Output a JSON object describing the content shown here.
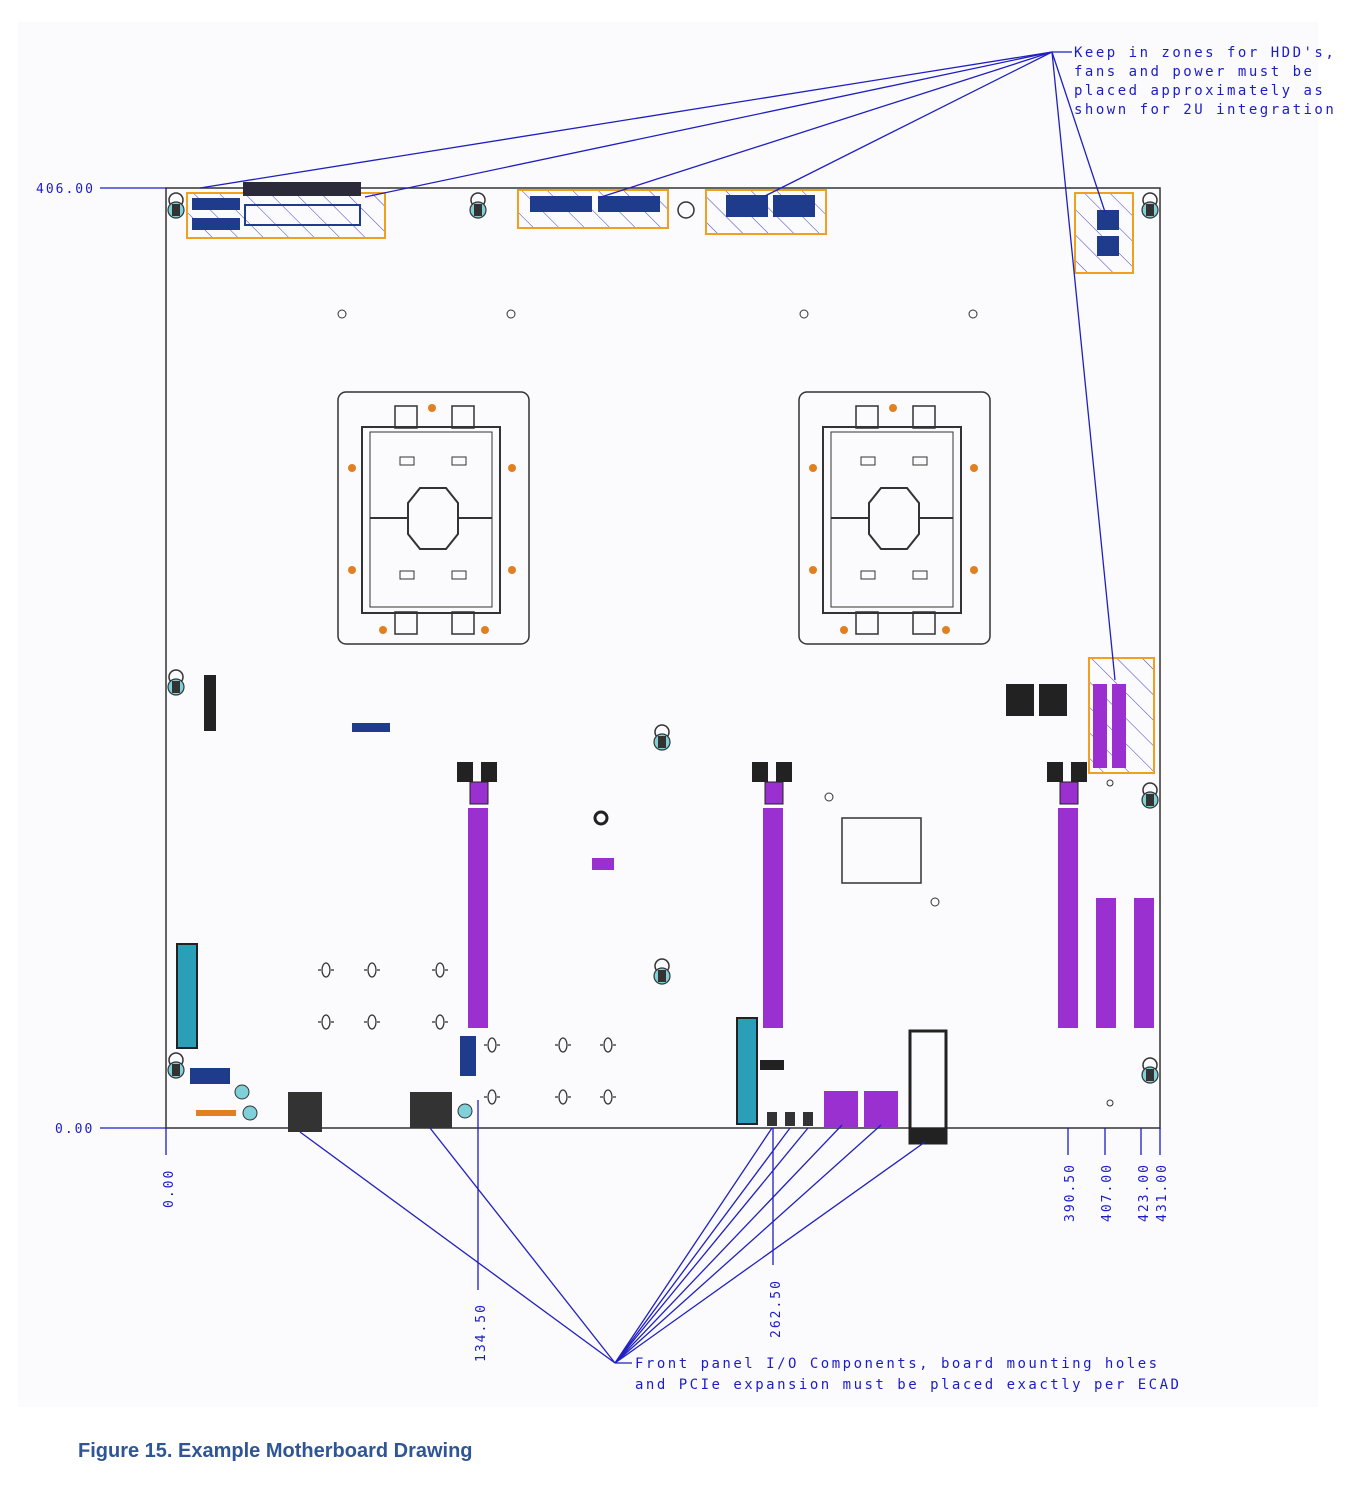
{
  "note_top": [
    "Keep in zones for HDD's,",
    "fans and power must be",
    "placed approximately as",
    "shown for 2U integration"
  ],
  "note_bottom": [
    "Front panel I/O Components, board mounting holes",
    "and PCIe expansion must be placed exactly per ECAD"
  ],
  "dimensions": {
    "y_top": "406.00",
    "y_zero": "0.00",
    "x_zero": "0.00",
    "x_134": "134.50",
    "x_262": "262.50",
    "x_390": "390.50",
    "x_407": "407.00",
    "x_423": "423.00",
    "x_431": "431.00"
  },
  "caption": "Figure 15.  Example Motherboard Drawing",
  "colors": {
    "dimension": "#1c1cc8",
    "outline": "#333333",
    "keepin": "#f0a020",
    "pcie": "#9b30d0",
    "connector": "#1f3c8c",
    "teal": "#2aa0b8"
  }
}
